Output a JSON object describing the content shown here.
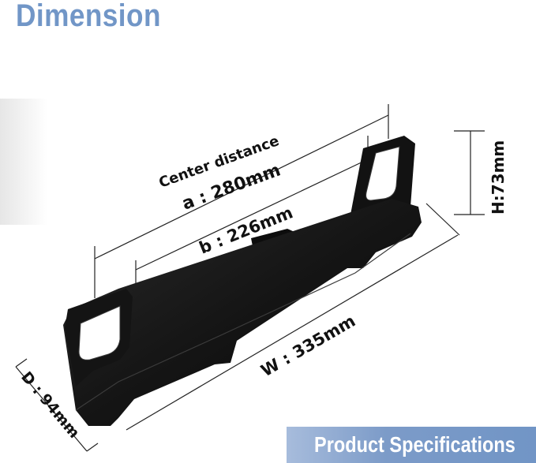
{
  "heading": "Dimension",
  "banner": "Product Specifications",
  "labels": {
    "center_distance": "Center distance",
    "a": "a : 280mm",
    "b": "b : 226mm",
    "h": "H:73mm",
    "w": "W : 335mm",
    "d": "D : 94mm"
  },
  "colors": {
    "heading": "#7196c7",
    "banner": "#7195c6",
    "bracket": "#0f0f0f"
  }
}
